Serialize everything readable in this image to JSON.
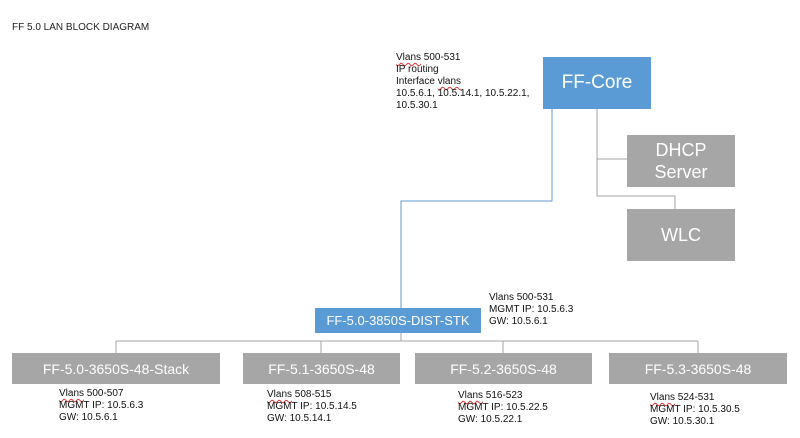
{
  "title": "FF 5.0 LAN BLOCK DIAGRAM",
  "nodes": {
    "core": "FF-Core",
    "dhcp_line1": "DHCP",
    "dhcp_line2": "Server",
    "wlc": "WLC",
    "dist": "FF-5.0-3850S-DIST-STK",
    "access": [
      "FF-5.0-3650S-48-Stack",
      "FF-5.1-3650S-48",
      "FF-5.2-3650S-48",
      "FF-5.3-3650S-48"
    ]
  },
  "notes": {
    "core": {
      "vlans_word": "Vlans",
      "vlans_range": " 500-531",
      "routing": "IP routing",
      "iface_prefix": "Interface ",
      "iface_word": "vlans",
      "ips_1": "10.5.6.1, 10.5.14.1, 10.5.22.1,",
      "ips_2": "10.5.30.1"
    },
    "dist": {
      "vlans": "Vlans 500-531",
      "mgmt": "MGMT IP: 10.5.6.3",
      "gw": "GW: 10.5.6.1"
    },
    "access": [
      {
        "vlans_word": "Vlans",
        "vlans_range": " 500-507",
        "mgmt": "MGMT IP: 10.5.6.3",
        "gw": "GW: 10.5.6.1"
      },
      {
        "vlans_word": "Vlans",
        "vlans_range": " 508-515",
        "mgmt": "MGMT IP: 10.5.14.5",
        "gw": "GW: 10.5.14.1"
      },
      {
        "vlans_word": "Vlans",
        "vlans_range": " 516-523",
        "mgmt": "MGMT IP: 10.5.22.5",
        "gw": "GW: 10.5.22.1"
      },
      {
        "vlans_word": "Vlans",
        "vlans_range": " 524-531",
        "mgmt": "MGMT IP: 10.5.30.5",
        "gw": "GW: 10.5.30.1"
      }
    ]
  },
  "colors": {
    "core_fill": "#5b9bd5",
    "dist_fill": "#5b9bd5",
    "gray_fill": "#a6a6a6",
    "link_blue": "#5b9bd5",
    "link_gray": "#a6a6a6"
  }
}
